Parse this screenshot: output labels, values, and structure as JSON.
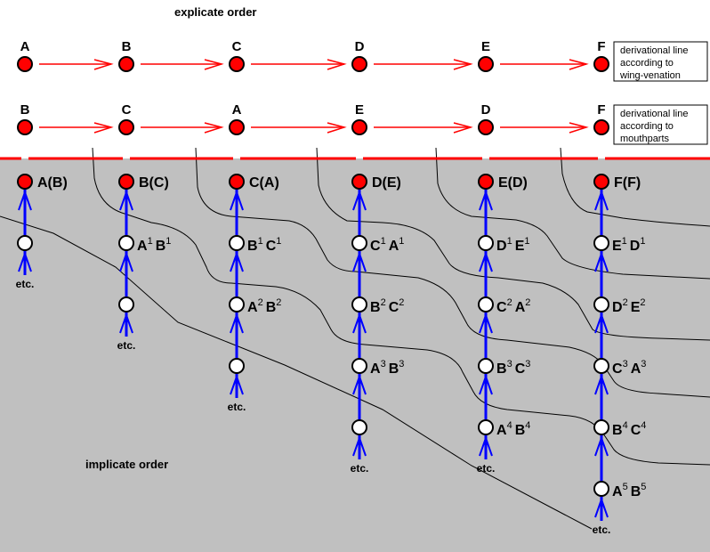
{
  "titles": {
    "explicate": "explicate order",
    "implicate": "implicate order"
  },
  "colors": {
    "explicate_bg": "#ffffff",
    "implicate_bg": "#c0c0c0",
    "red_node": "#ff0000",
    "red_arrow": "#ff0000",
    "blue_arrow": "#0000ff",
    "white_node": "#ffffff",
    "outline": "#000000"
  },
  "explicate_rows": [
    {
      "name": "wing-venation",
      "nodes": [
        "A",
        "B",
        "C",
        "D",
        "E",
        "F"
      ],
      "legend_lines": [
        "derivational line",
        "according to",
        "wing-venation"
      ]
    },
    {
      "name": "mouthparts",
      "nodes": [
        "B",
        "C",
        "A",
        "E",
        "D",
        "F"
      ],
      "legend_lines": [
        "derivational line",
        "according to",
        "mouthparts"
      ]
    }
  ],
  "columns": [
    {
      "top_label": "A(B)",
      "chain": [
        {
          "a": "",
          "b": "",
          "n": ""
        }
      ],
      "etc": "etc."
    },
    {
      "top_label": "B(C)",
      "chain": [
        {
          "a": "A",
          "b": "B",
          "n": "1"
        },
        {
          "a": "",
          "b": "",
          "n": ""
        }
      ],
      "etc": "etc."
    },
    {
      "top_label": "C(A)",
      "chain": [
        {
          "a": "B",
          "b": "C",
          "n": "1"
        },
        {
          "a": "A",
          "b": "B",
          "n": "2"
        },
        {
          "a": "",
          "b": "",
          "n": ""
        }
      ],
      "etc": "etc."
    },
    {
      "top_label": "D(E)",
      "chain": [
        {
          "a": "C",
          "b": "A",
          "n": "1"
        },
        {
          "a": "B",
          "b": "C",
          "n": "2"
        },
        {
          "a": "A",
          "b": "B",
          "n": "3"
        },
        {
          "a": "",
          "b": "",
          "n": ""
        }
      ],
      "etc": "etc."
    },
    {
      "top_label": "E(D)",
      "chain": [
        {
          "a": "D",
          "b": "E",
          "n": "1"
        },
        {
          "a": "C",
          "b": "A",
          "n": "2"
        },
        {
          "a": "B",
          "b": "C",
          "n": "3"
        },
        {
          "a": "A",
          "b": "B",
          "n": "4"
        }
      ],
      "etc": "etc."
    },
    {
      "top_label": "F(F)",
      "chain": [
        {
          "a": "E",
          "b": "D",
          "n": "1"
        },
        {
          "a": "D",
          "b": "E",
          "n": "2"
        },
        {
          "a": "C",
          "b": "A",
          "n": "3"
        },
        {
          "a": "B",
          "b": "C",
          "n": "4"
        },
        {
          "a": "A",
          "b": "B",
          "n": "5"
        }
      ],
      "etc": "etc."
    }
  ]
}
